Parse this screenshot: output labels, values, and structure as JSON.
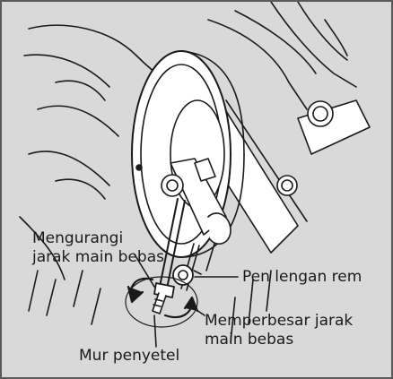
{
  "labels": {
    "reduce_free_play": [
      "Mengurangi",
      "jarak main bebas"
    ],
    "brake_arm_pin": "Pen lengan rem",
    "increase_free_play": [
      "Memperbesar jarak",
      "main bebas"
    ],
    "adjusting_nut": "Mur penyetel"
  },
  "colors": {
    "background": "#d9d9d9",
    "frame": "#5a5a5a",
    "line": "#1a1a1a",
    "part_fill": "#ffffff",
    "label_halo": "#ffffff"
  }
}
